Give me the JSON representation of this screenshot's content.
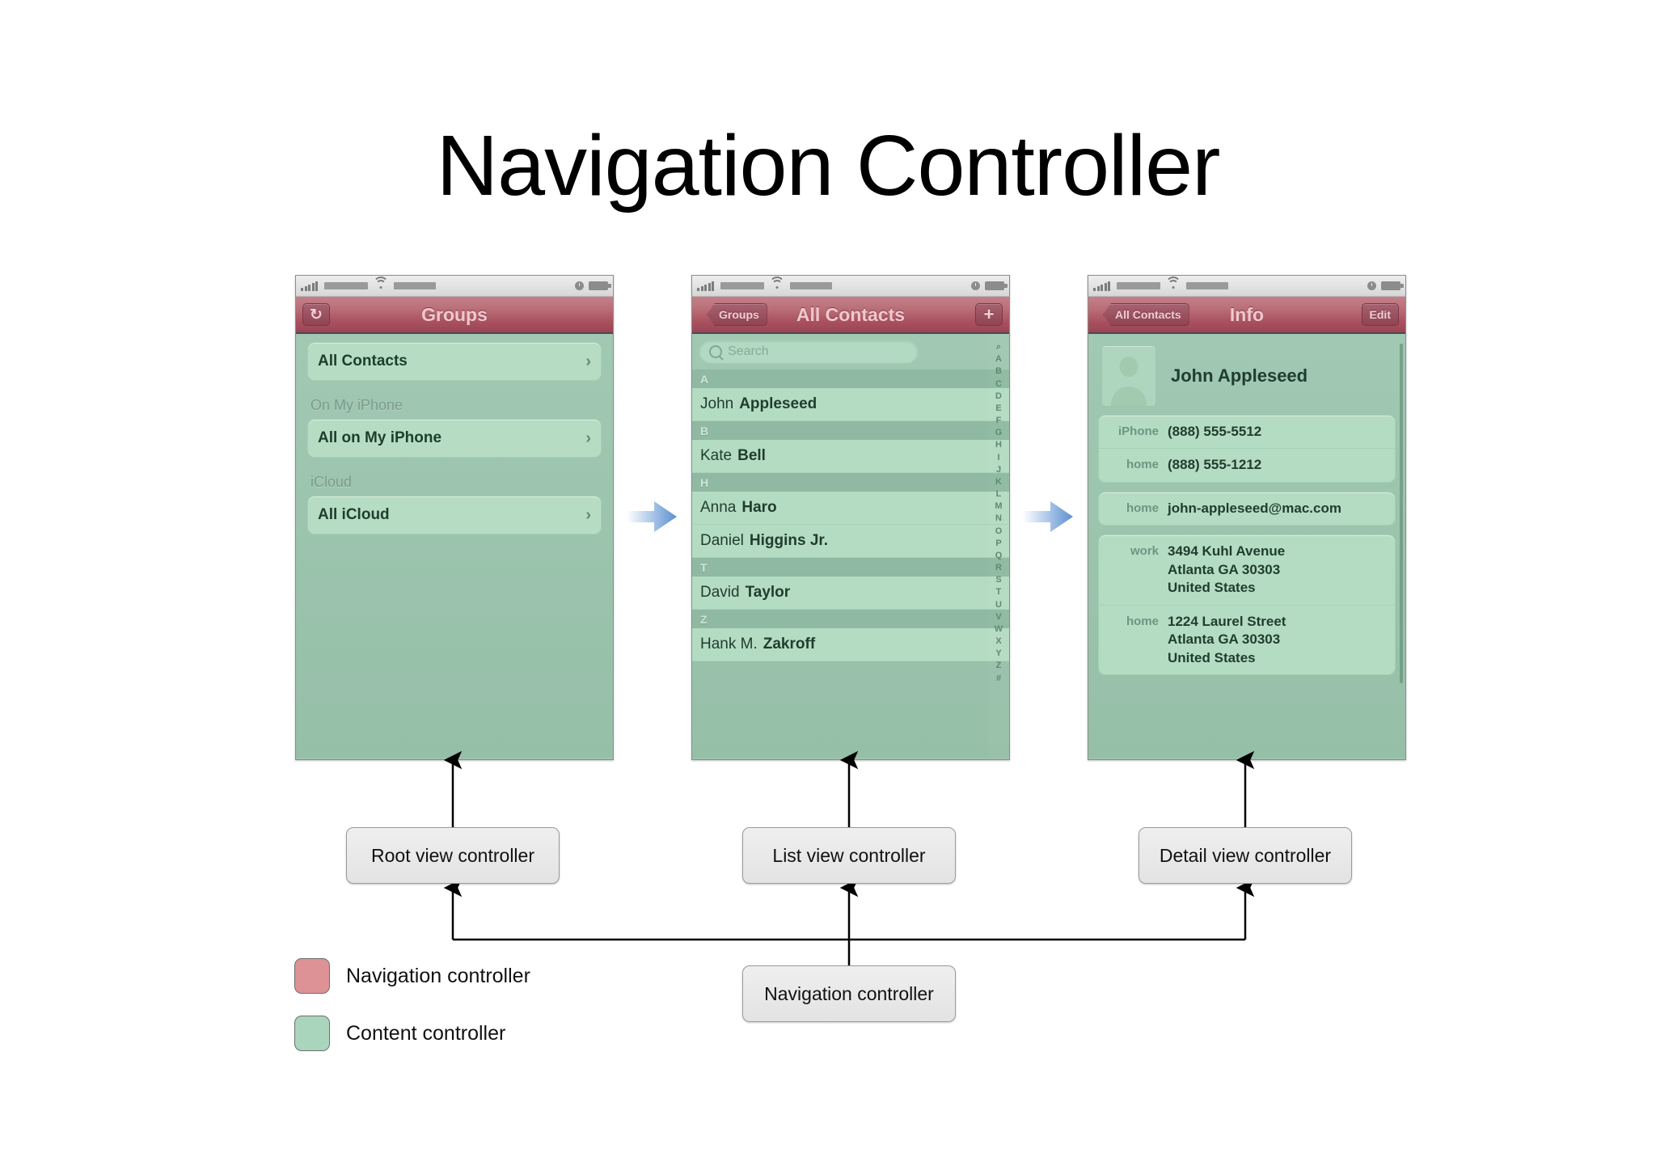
{
  "slide": {
    "title": "Navigation Controller"
  },
  "colors": {
    "navigation_controller": "#dd9296",
    "content_controller": "#a9d5bc",
    "arrow": "#5b8fd0",
    "navbar_top": "#c28088",
    "navbar_bottom": "#9b4554"
  },
  "status_bar": {
    "signal_icon": "signal-bars-icon",
    "carrier_block": "carrier-placeholder",
    "wifi_icon": "wifi-icon",
    "time_block": "time-placeholder",
    "clock_icon": "clock-icon",
    "battery_icon": "battery-icon"
  },
  "phones": {
    "root": {
      "navbar": {
        "left_button": "↻",
        "left_button_name": "refresh-button",
        "title": "Groups"
      },
      "rows": [
        {
          "type": "cell",
          "label": "All Contacts",
          "chevron": "›"
        },
        {
          "type": "header",
          "label": "On My iPhone"
        },
        {
          "type": "cell",
          "label": "All on My iPhone",
          "chevron": "›"
        },
        {
          "type": "header",
          "label": "iCloud"
        },
        {
          "type": "cell",
          "label": "All iCloud",
          "chevron": "›"
        }
      ]
    },
    "list": {
      "navbar": {
        "back_button": "Groups",
        "title": "All Contacts",
        "right_button": "+"
      },
      "search": {
        "placeholder": "Search",
        "icon": "search-icon"
      },
      "rows": [
        {
          "type": "section",
          "label": "A"
        },
        {
          "type": "contact",
          "first": "John",
          "last": "Appleseed"
        },
        {
          "type": "section",
          "label": "B"
        },
        {
          "type": "contact",
          "first": "Kate",
          "last": "Bell"
        },
        {
          "type": "section",
          "label": "H"
        },
        {
          "type": "contact",
          "first": "Anna",
          "last": "Haro"
        },
        {
          "type": "contact",
          "first": "Daniel",
          "last": "Higgins Jr."
        },
        {
          "type": "section",
          "label": "T"
        },
        {
          "type": "contact",
          "first": "David",
          "last": "Taylor"
        },
        {
          "type": "section",
          "label": "Z"
        },
        {
          "type": "contact",
          "first": "Hank M.",
          "last": "Zakroff"
        }
      ],
      "alpha_index": [
        "⌕",
        "A",
        "B",
        "C",
        "D",
        "E",
        "F",
        "G",
        "H",
        "I",
        "J",
        "K",
        "L",
        "M",
        "N",
        "O",
        "P",
        "Q",
        "R",
        "S",
        "T",
        "U",
        "V",
        "W",
        "X",
        "Y",
        "Z",
        "#"
      ]
    },
    "detail": {
      "navbar": {
        "back_button": "All Contacts",
        "title": "Info",
        "right_button": "Edit"
      },
      "contact_name": "John Appleseed",
      "avatar_icon": "person-placeholder-icon",
      "cards": [
        {
          "rows": [
            {
              "label": "iPhone",
              "value": "(888) 555-5512"
            },
            {
              "label": "home",
              "value": "(888) 555-1212"
            }
          ]
        },
        {
          "rows": [
            {
              "label": "home",
              "value": "john-appleseed@mac.com"
            }
          ]
        },
        {
          "rows": [
            {
              "label": "work",
              "value": "3494 Kuhl Avenue\nAtlanta GA 30303\nUnited States"
            },
            {
              "label": "home",
              "value": "1224 Laurel Street\nAtlanta GA 30303\nUnited States"
            }
          ]
        }
      ]
    }
  },
  "annotations": {
    "root_box": "Root view controller",
    "list_box": "List view controller",
    "detail_box": "Detail view controller",
    "nav_box": "Navigation controller"
  },
  "legend": [
    {
      "label": "Navigation controller",
      "color": "#dd9296"
    },
    {
      "label": "Content controller",
      "color": "#a9d5bc"
    }
  ]
}
